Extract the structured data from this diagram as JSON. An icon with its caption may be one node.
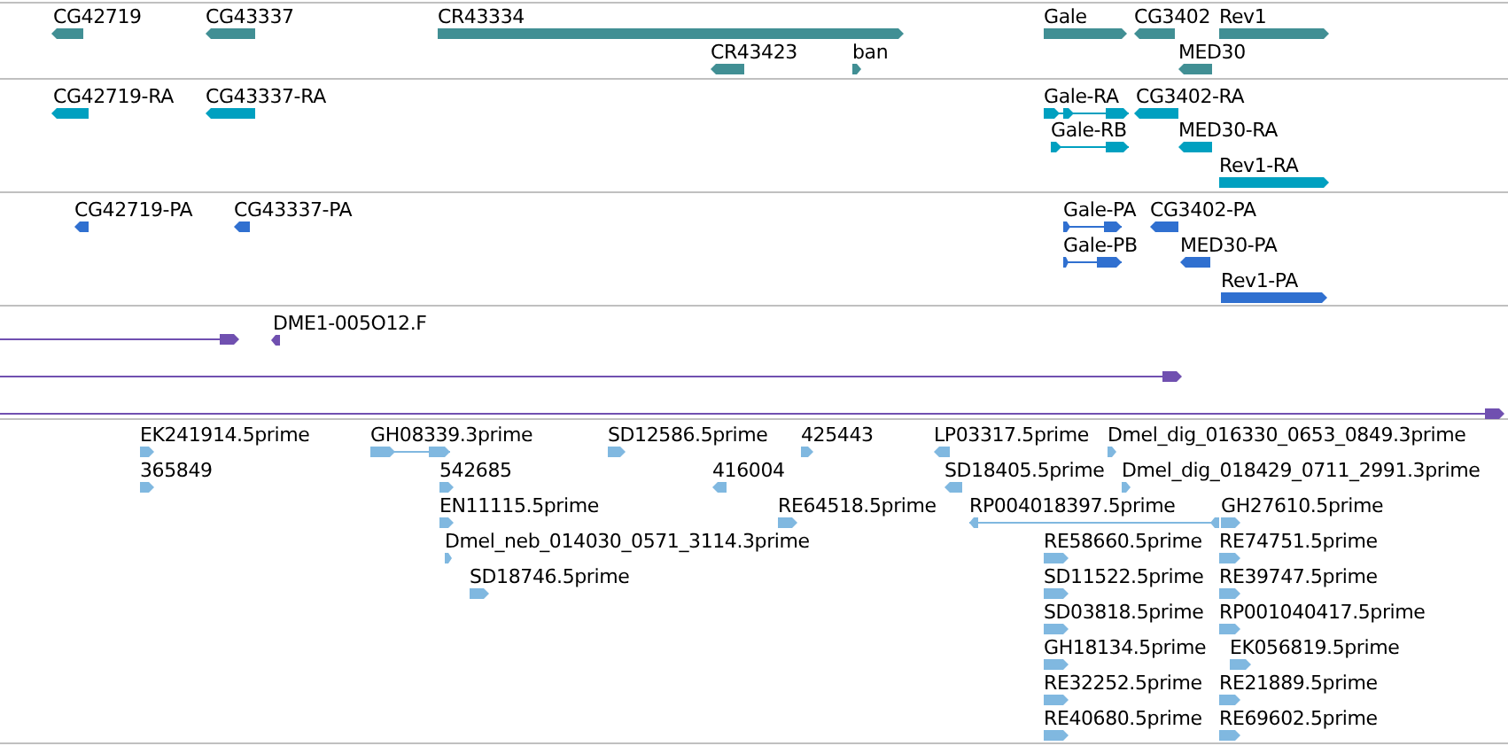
{
  "diagram": {
    "labels": [
      "CG42719",
      "CG43337",
      "CR43334",
      "Gale",
      "CG3402",
      "Rev1",
      "CR43423",
      "ban",
      "MED30",
      "CG42719-RA",
      "CG43337-RA",
      "Gale-RA",
      "CG3402-RA",
      "Gale-RB",
      "MED30-RA",
      "Rev1-RA",
      "CG42719-PA",
      "CG43337-PA",
      "Gale-PA",
      "CG3402-PA",
      "Gale-PB",
      "MED30-PA",
      "Rev1-PA",
      "DME1-005O12.F",
      "EK241914.5prime",
      "GH08339.3prime",
      "SD12586.5prime",
      "425443",
      "LP03317.5prime",
      "Dmel_dig_016330_0653_0849.3prime",
      "365849",
      "542685",
      "416004",
      "SD18405.5prime",
      "Dmel_dig_018429_0711_2991.3prime",
      "EN11115.5prime",
      "RE64518.5prime",
      "RP004018397.5prime",
      "GH27610.5prime",
      "Dmel_neb_014030_0571_3114.3prime",
      "RE58660.5prime",
      "RE74751.5prime",
      "SD18746.5prime",
      "SD11522.5prime",
      "RE39747.5prime",
      "SD03818.5prime",
      "RP001040417.5prime",
      "GH18134.5prime",
      "EK056819.5prime",
      "RE32252.5prime",
      "RE21889.5prime",
      "RE40680.5prime",
      "RE69602.5prime"
    ]
  }
}
